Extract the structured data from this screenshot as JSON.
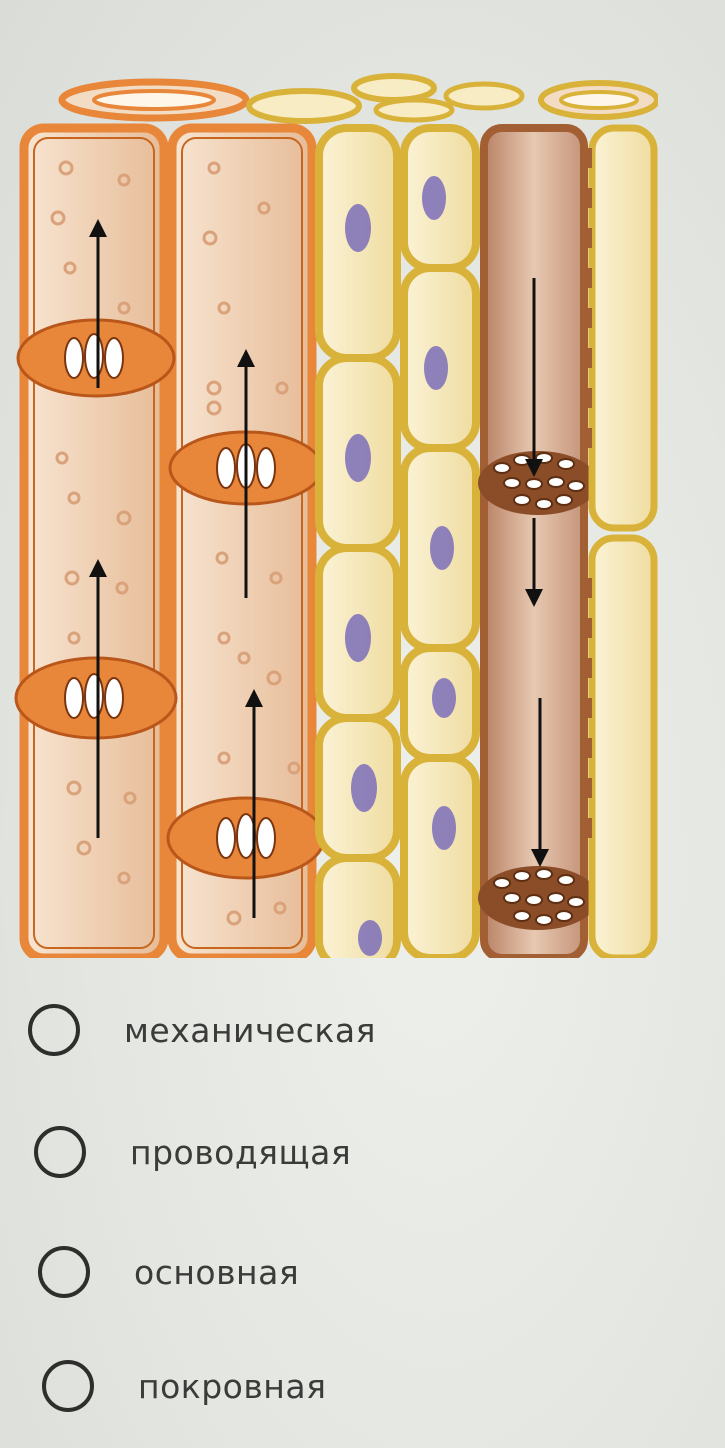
{
  "figure": {
    "icon": "plant-tissue-diagram"
  },
  "options": [
    {
      "label": "механическая",
      "selected": false
    },
    {
      "label": "проводящая",
      "selected": false
    },
    {
      "label": "основная",
      "selected": false
    },
    {
      "label": "покровная",
      "selected": false
    }
  ],
  "colors": {
    "background": "#e7e9e5",
    "vessel_wall": "#e8873a",
    "vessel_fill": "#f4d9bf",
    "parenchyma_wall": "#d9b23a",
    "parenchyma_fill": "#f7ecc4",
    "nucleus": "#7b6db8",
    "sieve_tube_fill": "#c89a80",
    "sieve_plate": "#8a4d28",
    "radio_border": "#2e2f2d",
    "label_text": "#3b3c3a"
  }
}
